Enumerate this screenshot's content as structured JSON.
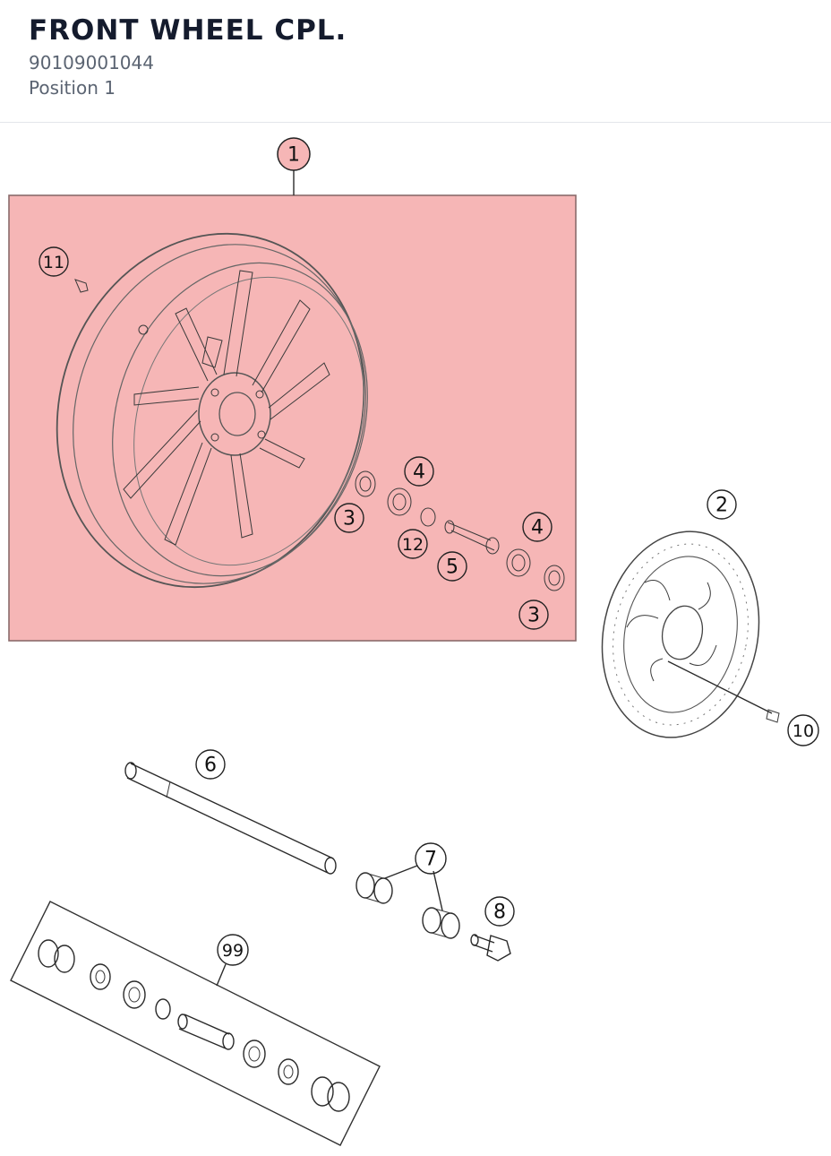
{
  "header": {
    "title": "FRONT WHEEL CPL.",
    "part_number": "90109001044",
    "position": "Position 1"
  },
  "colors": {
    "highlight_fill": "#f6b6b6",
    "highlight_border": "#8a6b6b",
    "title": "#141b2d",
    "subtext": "#5b6472"
  },
  "callouts": {
    "c1": "1",
    "c2": "2",
    "c3a": "3",
    "c3b": "3",
    "c4a": "4",
    "c4b": "4",
    "c5": "5",
    "c6": "6",
    "c7": "7",
    "c8": "8",
    "c10": "10",
    "c11": "11",
    "c12": "12",
    "c99": "99"
  },
  "parts": {
    "highlighted_item": "1"
  }
}
